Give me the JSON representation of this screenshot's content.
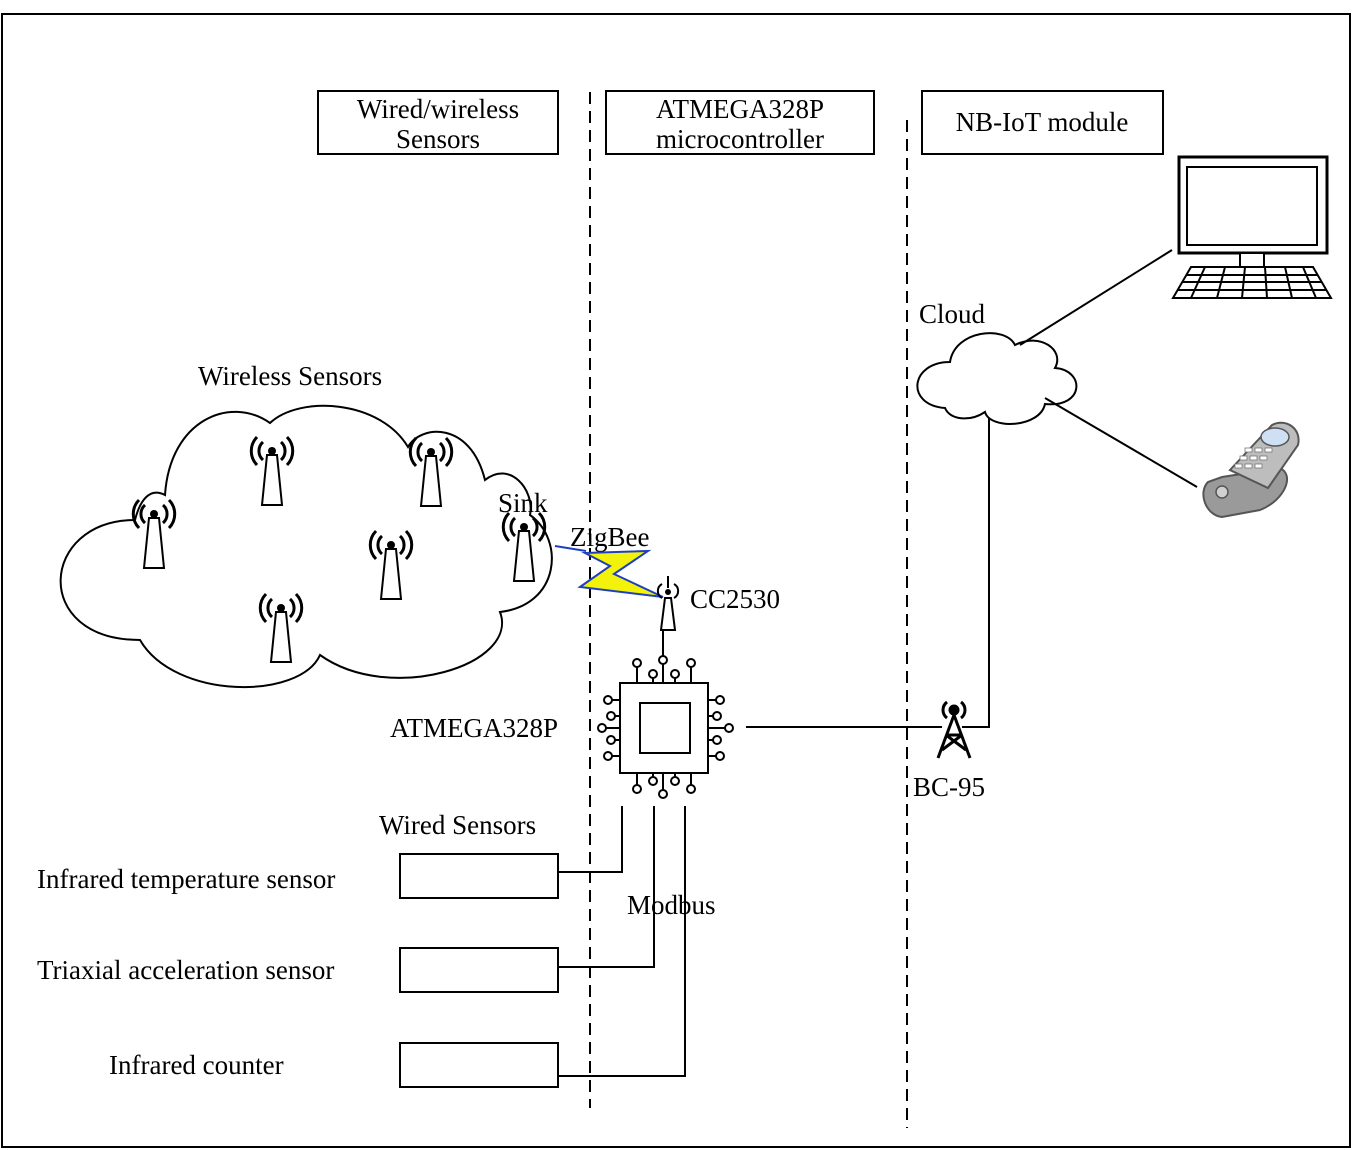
{
  "headers": {
    "sensors": [
      "Wired/wireless",
      "Sensors"
    ],
    "mcu": [
      "ATMEGA328P",
      "microcontroller"
    ],
    "nbiot": "NB-IoT module"
  },
  "labels": {
    "wireless_sensors": "Wireless Sensors",
    "sink": "Sink",
    "zigbee": "ZigBee",
    "cc2530": "CC2530",
    "atmega": "ATMEGA328P",
    "wired_sensors": "Wired Sensors",
    "modbus": "Modbus",
    "cloud": "Cloud",
    "bc95": "BC-95"
  },
  "sensors": [
    "Infrared temperature sensor",
    "Triaxial acceleration sensor",
    "Infrared counter"
  ],
  "colors": {
    "lightning_fill": "#f2f20a",
    "lightning_stroke": "#1f3fbf",
    "cc2530_line": "#1f3fbf",
    "phone_body": "#a8a8a8",
    "phone_screen": "#cfe0f5"
  },
  "icons": [
    "antenna-icon",
    "lightning-icon",
    "chip-icon",
    "tower-icon",
    "computer-icon",
    "phone-icon",
    "cloud-icon"
  ]
}
